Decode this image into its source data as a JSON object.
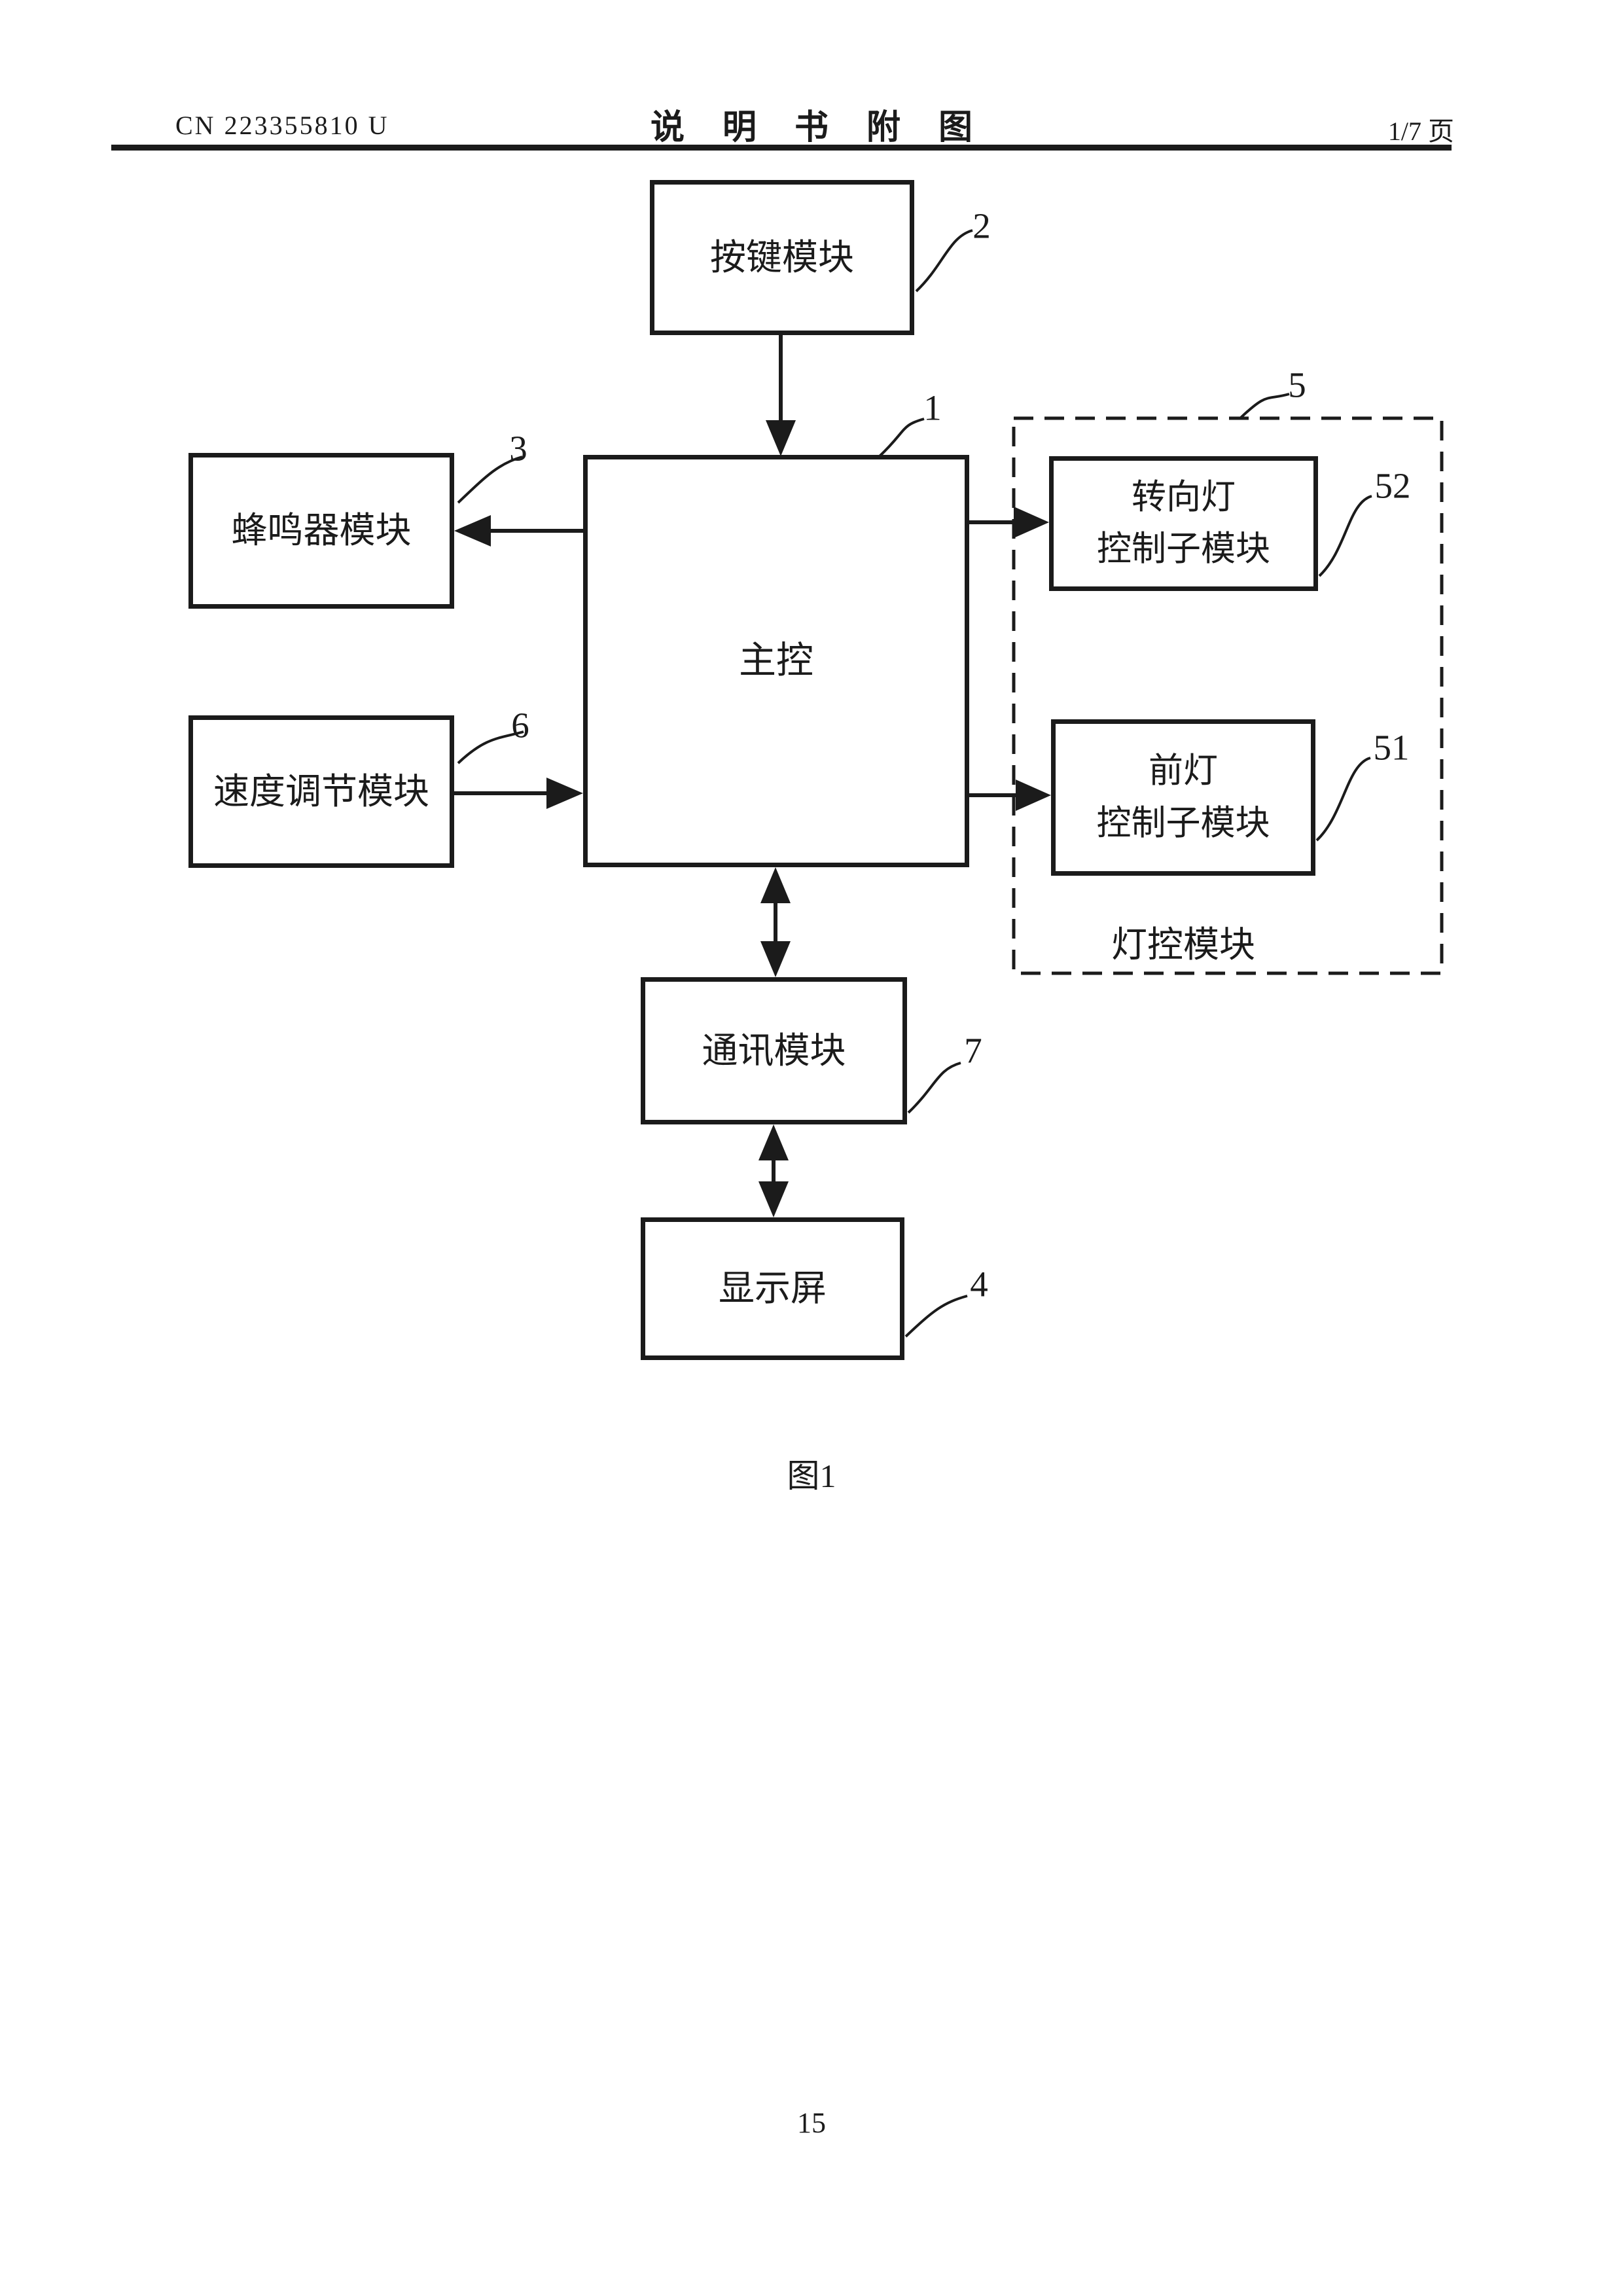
{
  "page": {
    "background_color": "#ffffff",
    "ink_color": "#1b1b1b"
  },
  "header": {
    "doc_number": "CN 223355810 U",
    "title": "说明书附图",
    "page_indicator": "1/7 页"
  },
  "figure": {
    "caption": "图1",
    "blocks": {
      "keypad": {
        "label": "按键模块",
        "ref": "2"
      },
      "main": {
        "label": "主控",
        "ref": "1"
      },
      "buzzer": {
        "label": "蜂鸣器模块",
        "ref": "3"
      },
      "speed": {
        "label": "速度调节模块",
        "ref": "6"
      },
      "turn_light": {
        "line1": "转向灯",
        "line2": "控制子模块",
        "ref": "52"
      },
      "head_light": {
        "line1": "前灯",
        "line2": "控制子模块",
        "ref": "51"
      },
      "comm": {
        "label": "通讯模块",
        "ref": "7"
      },
      "display": {
        "label": "显示屏",
        "ref": "4"
      },
      "light_group": {
        "label": "灯控模块",
        "ref": "5"
      }
    }
  },
  "footer": {
    "page_number": "15"
  }
}
